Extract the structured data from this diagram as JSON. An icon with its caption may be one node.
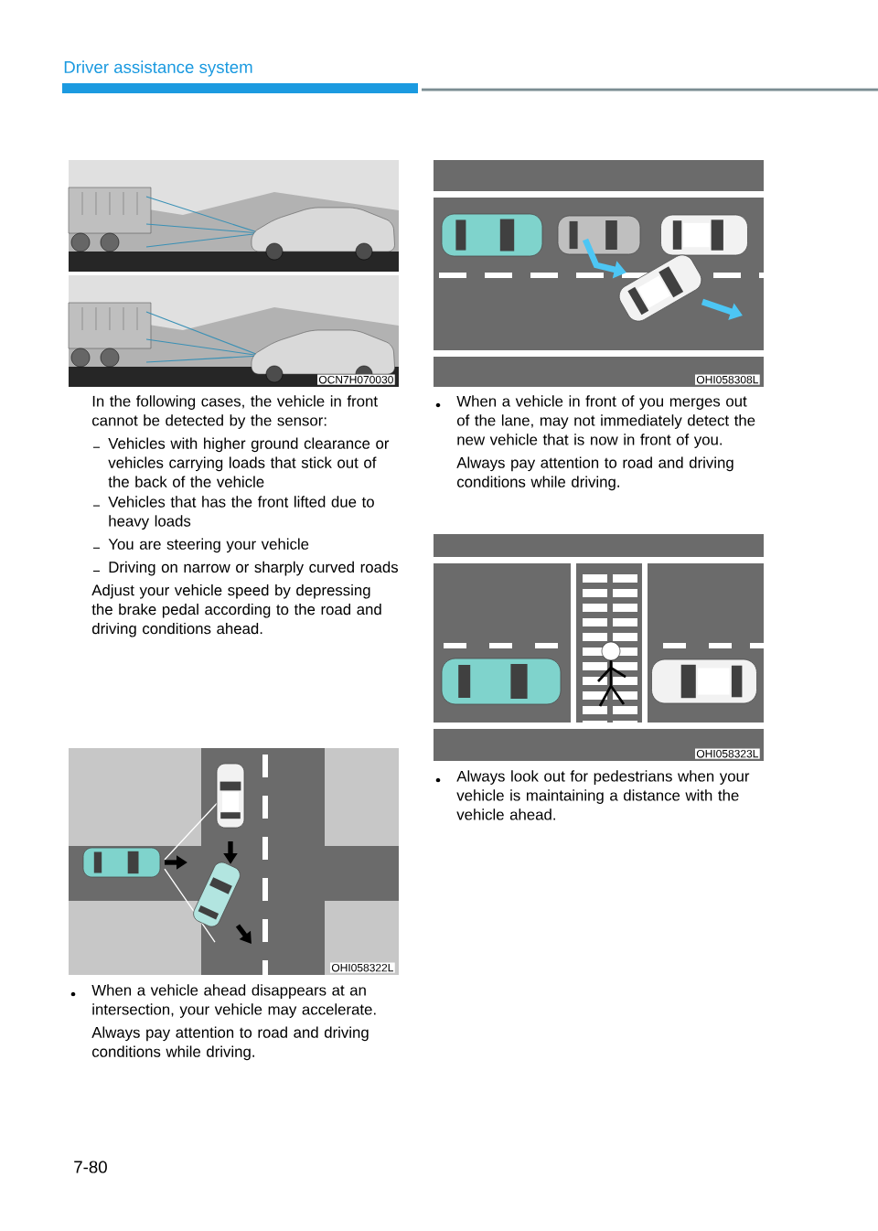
{
  "diagram": {
    "title": "Driver assistance system",
    "labels": [
      "OCN7H070030",
      "In the following cases, the vehicle in front cannot be detected by the sensor:",
      "Vehicles with higher ground clearance or vehicles carrying loads that stick out of the back of the vehicle",
      "Vehicles that has the front lifted due to heavy loads",
      "You are steering your vehicle",
      "Driving on narrow or sharply curved roads",
      "Adjust your vehicle speed by depressing the brake pedal according to the road and driving conditions ahead.",
      "OHI058322L",
      "When a vehicle ahead disappears at an intersection, your vehicle may accelerate.",
      "Always pay attention to road and driving conditions while driving.",
      "OHI058308L",
      "When a vehicle in front of you merges out of the lane, may not immediately detect the new vehicle that is now in front of you.",
      "Always pay attention to road and driving conditions while driving.",
      "OHI058323L",
      "Always look out for pedestrians when your vehicle is maintaining a distance with the vehicle ahead.",
      "7-80"
    ]
  }
}
